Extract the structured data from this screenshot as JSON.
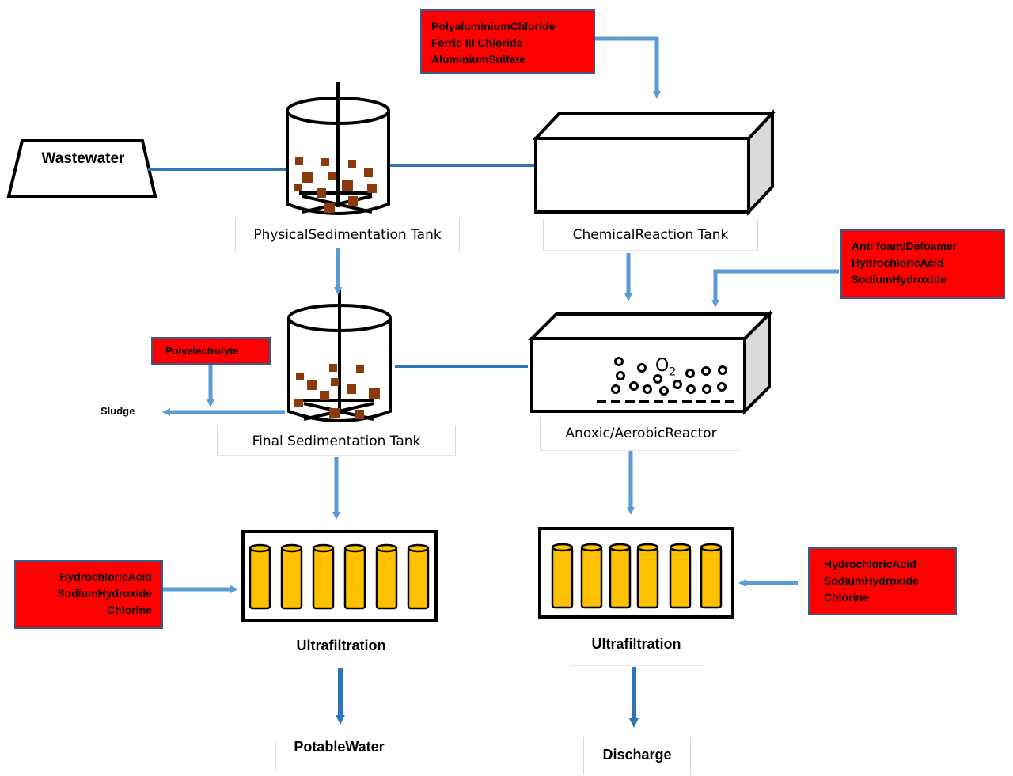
{
  "colors": {
    "arrow": "#5b9bd5",
    "arrow_dark": "#2e75b6",
    "chemical_box": "#ff0000",
    "particle": "#8b3a0e",
    "cartridge": "#ffc000",
    "pipe": "#2e75b6"
  },
  "inputs": {
    "wastewater": "Wastewater",
    "sludge": "Sludge"
  },
  "chemicals": {
    "coagulants": [
      "PolyaluminiumChloride",
      "Ferric III Chloride",
      "AluminiumSulfate"
    ],
    "reactor_additives": [
      "Anti foam/Defoamer",
      "HydrochloricAcid",
      "SodiumHydroxide"
    ],
    "flocculant": [
      "Polyelectrolyte"
    ],
    "uf_left_cleaning": [
      "HydrochloricAcid",
      "SodiumHydroxide",
      "Chlorine"
    ],
    "uf_right_cleaning": [
      "HydrochloricAcid",
      "SodiumHydroxide",
      "Chlorine"
    ]
  },
  "units": {
    "physical_sedimentation": "PhysicalSedimentation Tank",
    "chemical_reaction": "ChemicalReaction Tank",
    "final_sedimentation": "Final Sedimentation Tank",
    "anoxic_aerobic": "Anoxic/AerobicReactor",
    "ultrafiltration_left": "Ultrafiltration",
    "ultrafiltration_right": "Ultrafiltration"
  },
  "outputs": {
    "potable_water": "PotableWater",
    "discharge": "Discharge"
  },
  "reactor": {
    "o2_symbol": "O",
    "o2_subscript": "2"
  }
}
